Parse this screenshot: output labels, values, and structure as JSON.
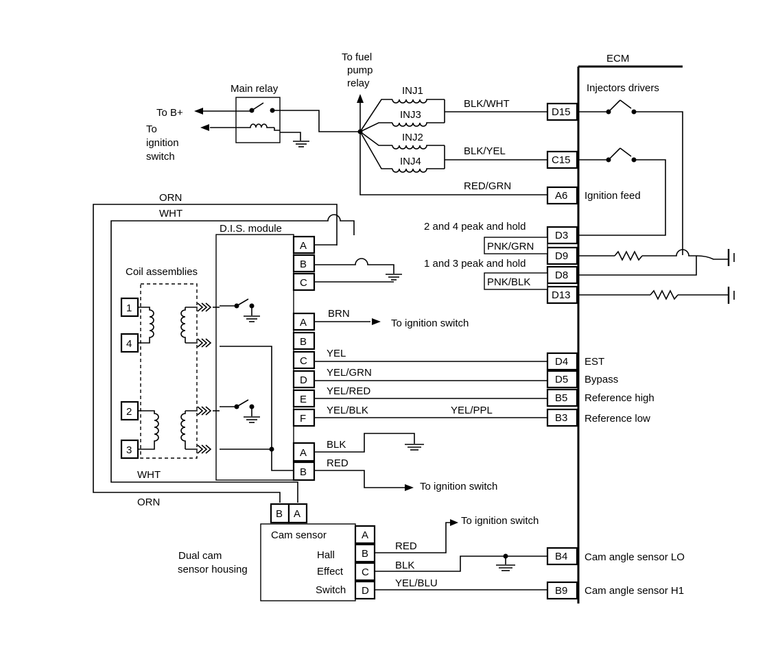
{
  "ecm": {
    "title": "ECM",
    "injectors_drivers": "Injectors drivers",
    "ignition_feed": "Ignition feed",
    "peak_hold_24": "2 and 4 peak and hold",
    "peak_hold_13": "1 and 3 peak and hold",
    "est": "EST",
    "bypass": "Bypass",
    "ref_high": "Reference high",
    "ref_low": "Reference low",
    "cam_lo": "Cam angle sensor LO",
    "cam_hi": "Cam angle sensor H1",
    "pins": {
      "d15": "D15",
      "c15": "C15",
      "a6": "A6",
      "d3": "D3",
      "d9": "D9",
      "d8": "D8",
      "d13": "D13",
      "d4": "D4",
      "d5": "D5",
      "b5": "B5",
      "b3": "B3",
      "b4": "B4",
      "b9": "B9"
    }
  },
  "relay": {
    "title": "Main relay",
    "to_bplus": "To B+",
    "to_ign_1": "To",
    "to_ign_2": "ignition",
    "to_ign_3": "switch"
  },
  "fuel": {
    "line1": "To fuel",
    "line2": "pump",
    "line3": "relay"
  },
  "injectors": {
    "inj1": "INJ1",
    "inj3": "INJ3",
    "inj2": "INJ2",
    "inj4": "INJ4"
  },
  "wires": {
    "blk_wht": "BLK/WHT",
    "blk_yel": "BLK/YEL",
    "red_grn": "RED/GRN",
    "pnk_grn": "PNK/GRN",
    "pnk_blk": "PNK/BLK",
    "orn_top": "ORN",
    "wht_top": "WHT",
    "wht_bottom": "WHT",
    "orn_bottom": "ORN",
    "brn": "BRN",
    "yel": "YEL",
    "yel_grn": "YEL/GRN",
    "yel_red": "YEL/RED",
    "yel_blk": "YEL/BLK",
    "yel_ppl": "YEL/PPL",
    "blk": "BLK",
    "red": "RED",
    "red_cam": "RED",
    "blk_cam": "BLK",
    "yel_blu": "YEL/BLU"
  },
  "dis": {
    "title": "D.I.S. module",
    "coil_title": "Coil assemblies",
    "coils": [
      "1",
      "4",
      "2",
      "3"
    ],
    "conn1": [
      "A",
      "B",
      "C"
    ],
    "conn2": [
      "A",
      "B",
      "C",
      "D",
      "E",
      "F"
    ],
    "conn3": [
      "A",
      "B"
    ],
    "to_ign_switch_1": "To ignition switch",
    "to_ign_switch_2": "To ignition switch"
  },
  "cam": {
    "housing_1": "Dual cam",
    "housing_2": "sensor housing",
    "title": "Cam sensor",
    "hall": "Hall",
    "effect": "Effect",
    "switch": "Switch",
    "pins": [
      "A",
      "B",
      "C",
      "D"
    ],
    "top_pins": [
      "B",
      "A"
    ],
    "to_ign_switch": "To ignition switch"
  }
}
